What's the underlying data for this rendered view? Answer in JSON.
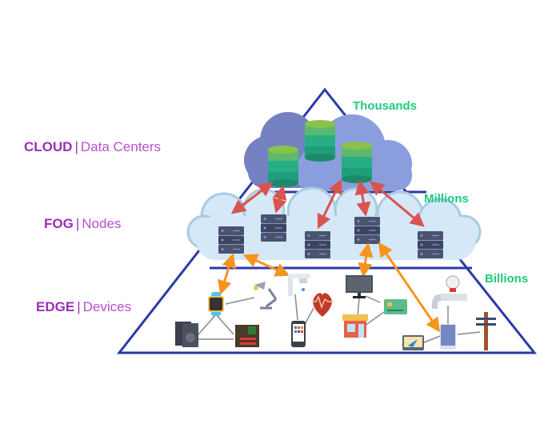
{
  "tiers": [
    {
      "id": "cloud",
      "name": "CLOUD",
      "separator": "|",
      "description": "Data Centers",
      "count": "Thousands"
    },
    {
      "id": "fog",
      "name": "FOG",
      "separator": "|",
      "description": "Nodes",
      "count": "Millions"
    },
    {
      "id": "edge",
      "name": "EDGE",
      "separator": "|",
      "description": "Devices",
      "count": "Billions"
    }
  ],
  "colors": {
    "label_primary": "#9a2fb4",
    "label_secondary": "#b552cc",
    "count": "#1fca7e",
    "pyramid_outline": "#2b3aa8",
    "cloud_dark": "#6f7fc0",
    "cloud_light": "#8a9ede",
    "fog_cloud": "#d4e8f8",
    "fog_outline": "#a9cbe0",
    "cloud_fog_arrows": "#d9534f",
    "fog_edge_arrows": "#f7941d",
    "database_top": "#8bc34a",
    "database_body": "#1e9e7a",
    "server": "#4a5370"
  },
  "cloud": {
    "databases": [
      "database-1",
      "database-2",
      "database-3"
    ]
  },
  "fog": {
    "servers": [
      "fog-node-1",
      "fog-node-2",
      "fog-node-3",
      "fog-node-4",
      "fog-node-5"
    ]
  },
  "edge": {
    "devices": [
      "smartwatch",
      "desk-lamp",
      "faucet",
      "heart-monitor",
      "speaker",
      "motherboard",
      "smartphone",
      "computer-monitor",
      "credit-card",
      "storefront",
      "water-meter",
      "gps-navigator",
      "tablet",
      "power-pole"
    ]
  }
}
